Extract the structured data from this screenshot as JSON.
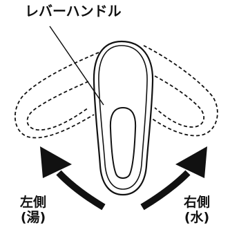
{
  "callout": {
    "text": "レバーハンドル"
  },
  "left_side": {
    "line1": "左側",
    "line2": "(湯)"
  },
  "right_side": {
    "line1": "右側",
    "line2": "(水)"
  },
  "colors": {
    "stroke": "#111111",
    "background": "#ffffff"
  }
}
